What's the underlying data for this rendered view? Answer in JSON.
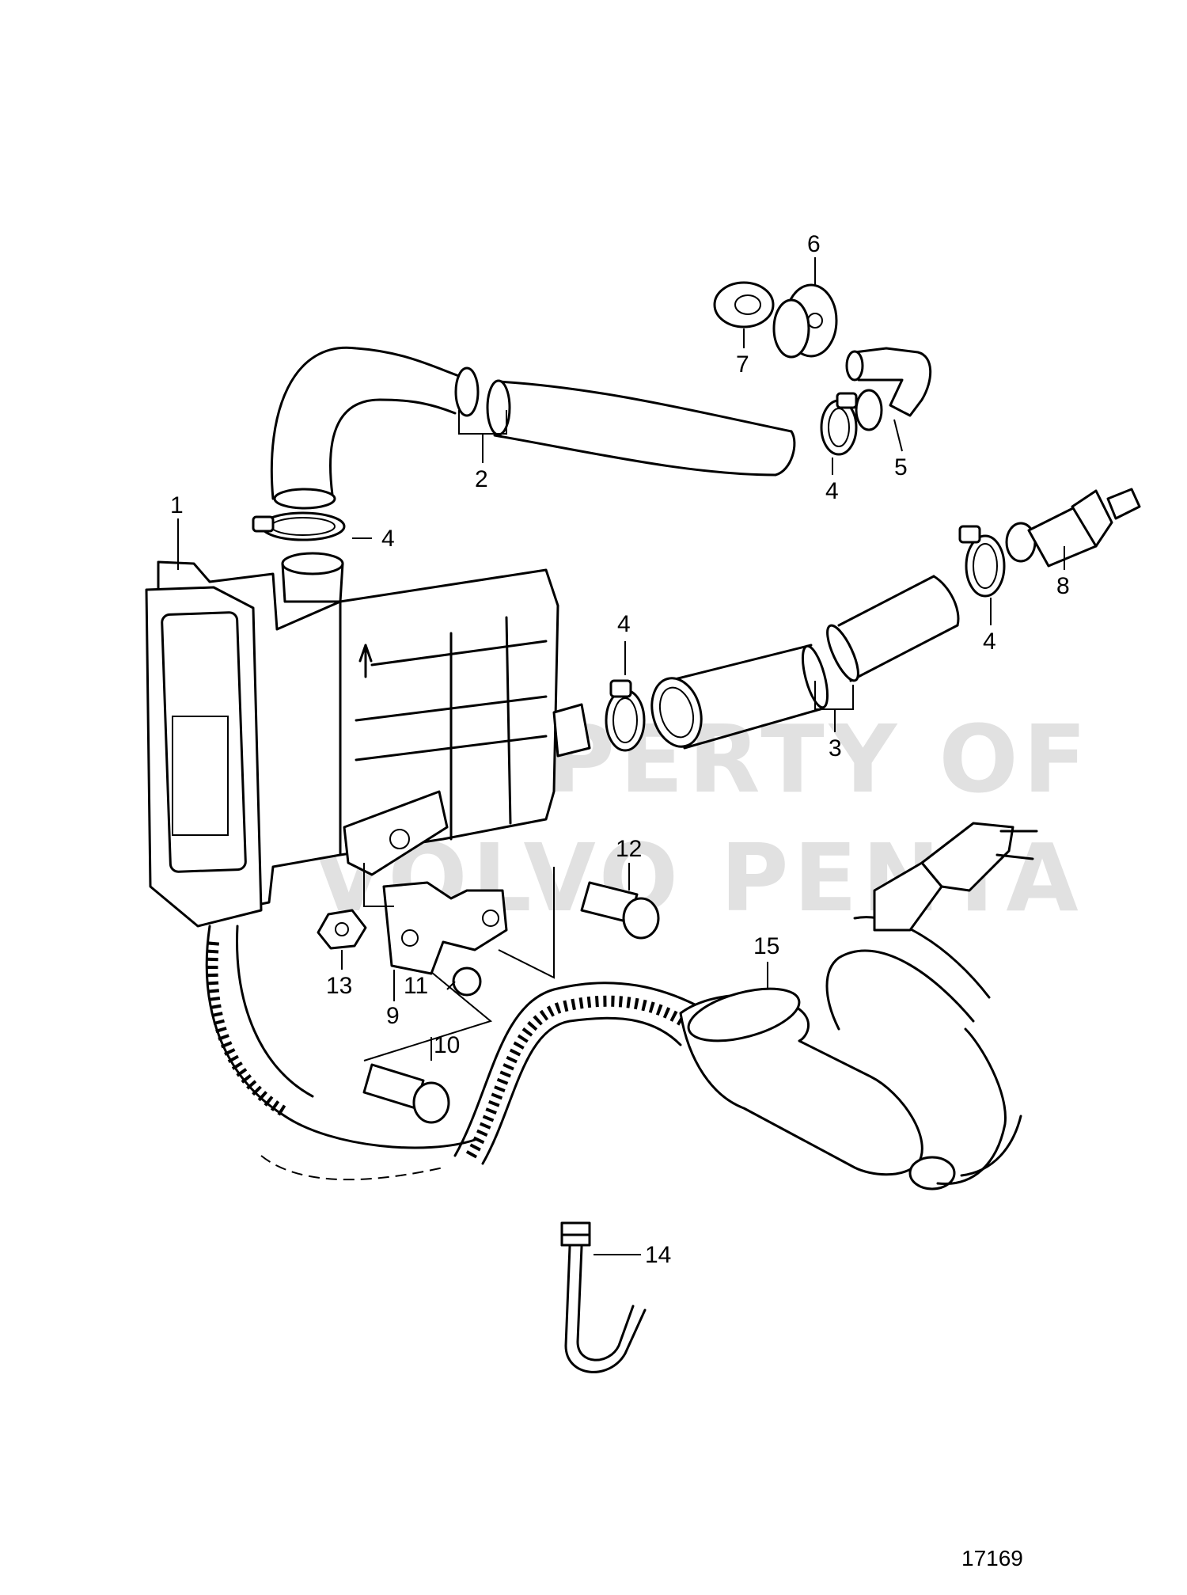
{
  "diagram": {
    "callouts": [
      "1",
      "2",
      "3",
      "4",
      "4",
      "4",
      "4",
      "5",
      "6",
      "7",
      "8",
      "9",
      "10",
      "11",
      "12",
      "13",
      "14",
      "15"
    ],
    "watermark": [
      "PROPERTY OF",
      "VOLVO PENTA"
    ],
    "reference_number": "17169"
  }
}
